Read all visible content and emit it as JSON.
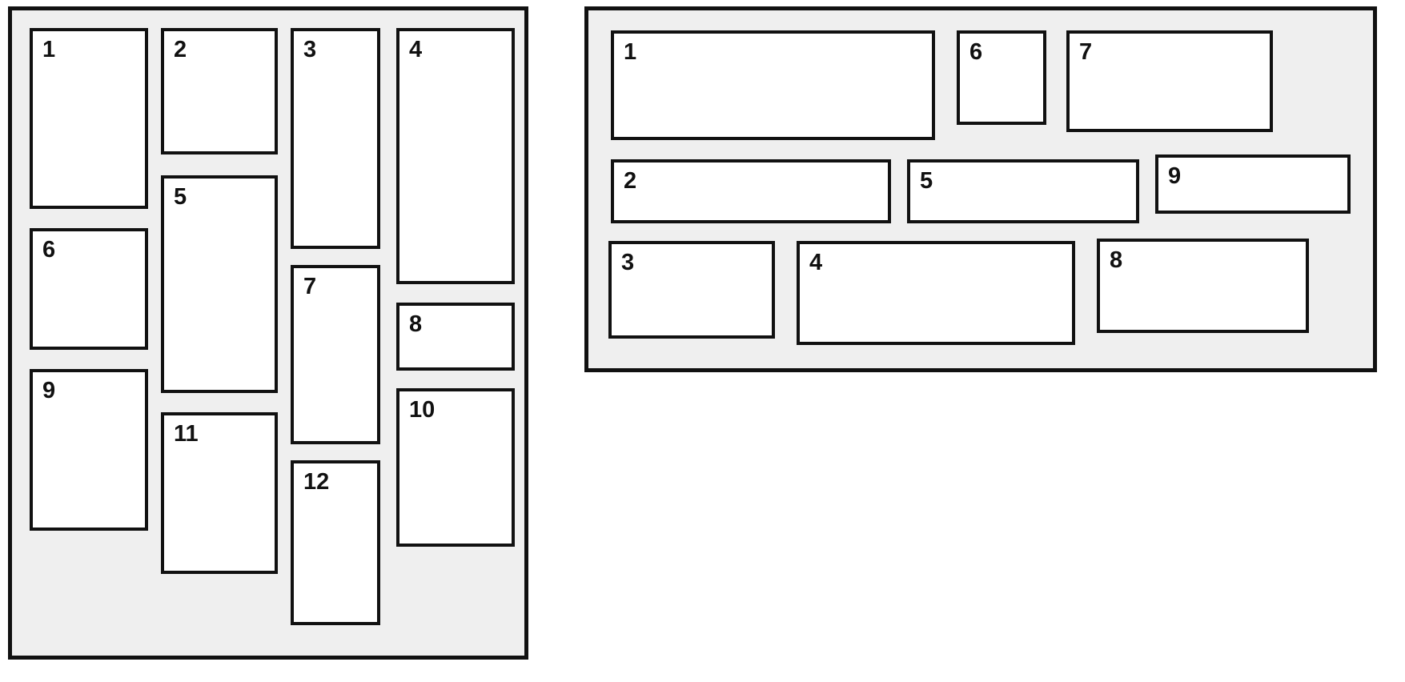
{
  "colors": {
    "page_bg": "#ffffff",
    "panel_bg": "#efefef",
    "box_bg": "#ffffff",
    "border": "#111111"
  },
  "left_panel": {
    "items": [
      {
        "label": "1"
      },
      {
        "label": "2"
      },
      {
        "label": "3"
      },
      {
        "label": "4"
      },
      {
        "label": "5"
      },
      {
        "label": "6"
      },
      {
        "label": "7"
      },
      {
        "label": "8"
      },
      {
        "label": "9"
      },
      {
        "label": "10"
      },
      {
        "label": "11"
      },
      {
        "label": "12"
      }
    ]
  },
  "right_panel": {
    "items": [
      {
        "label": "1"
      },
      {
        "label": "2"
      },
      {
        "label": "3"
      },
      {
        "label": "4"
      },
      {
        "label": "5"
      },
      {
        "label": "6"
      },
      {
        "label": "7"
      },
      {
        "label": "8"
      },
      {
        "label": "9"
      }
    ]
  }
}
